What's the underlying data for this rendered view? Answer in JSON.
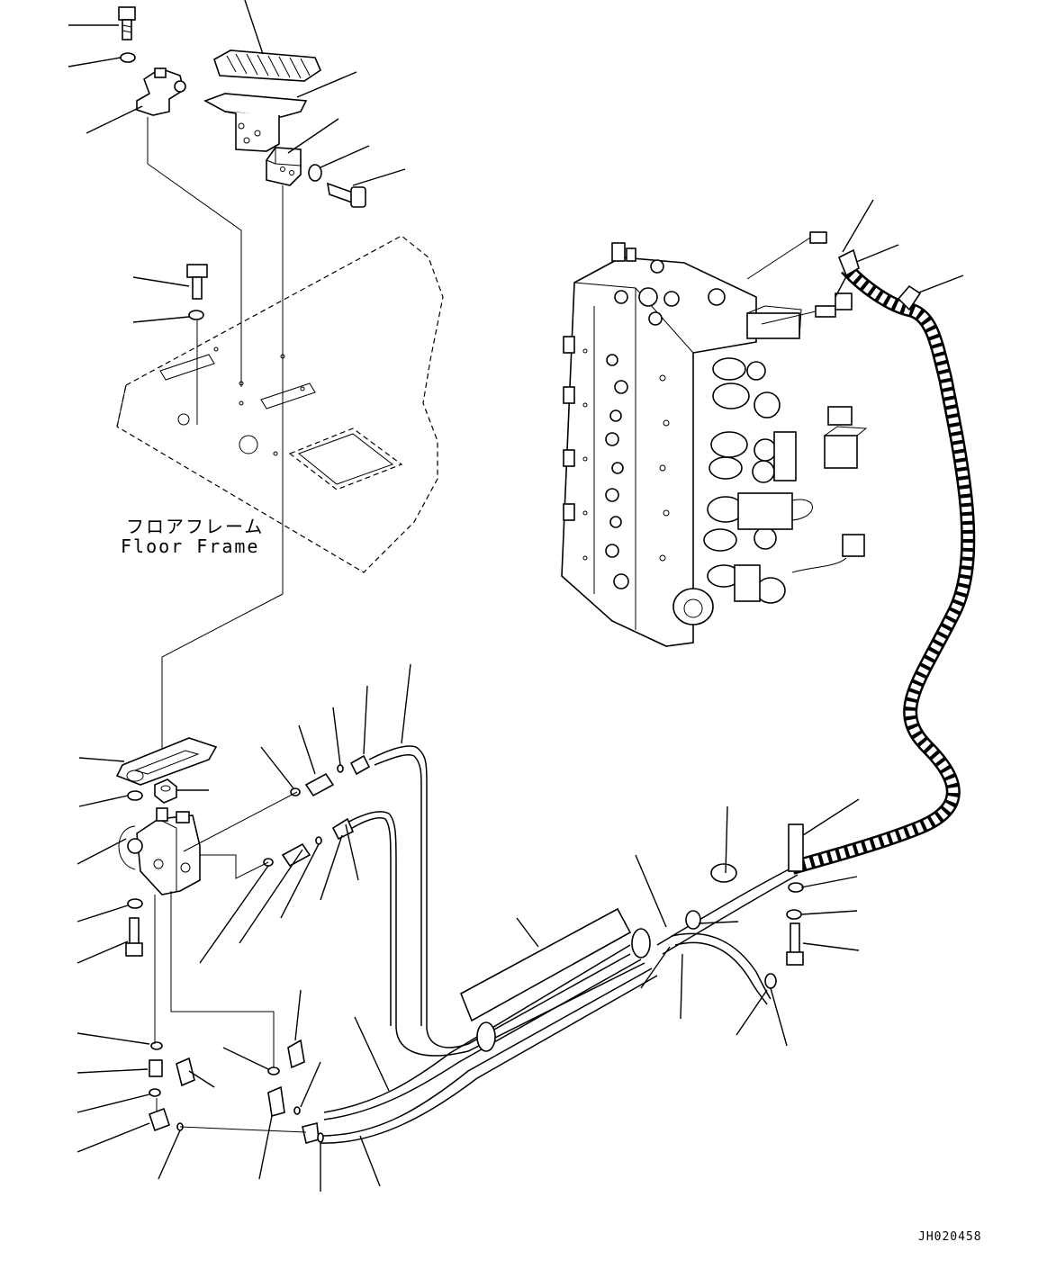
{
  "floor_frame": {
    "label_jp": "フロアフレーム",
    "label_en": "Floor Frame"
  },
  "drawing_code": "JH020458"
}
